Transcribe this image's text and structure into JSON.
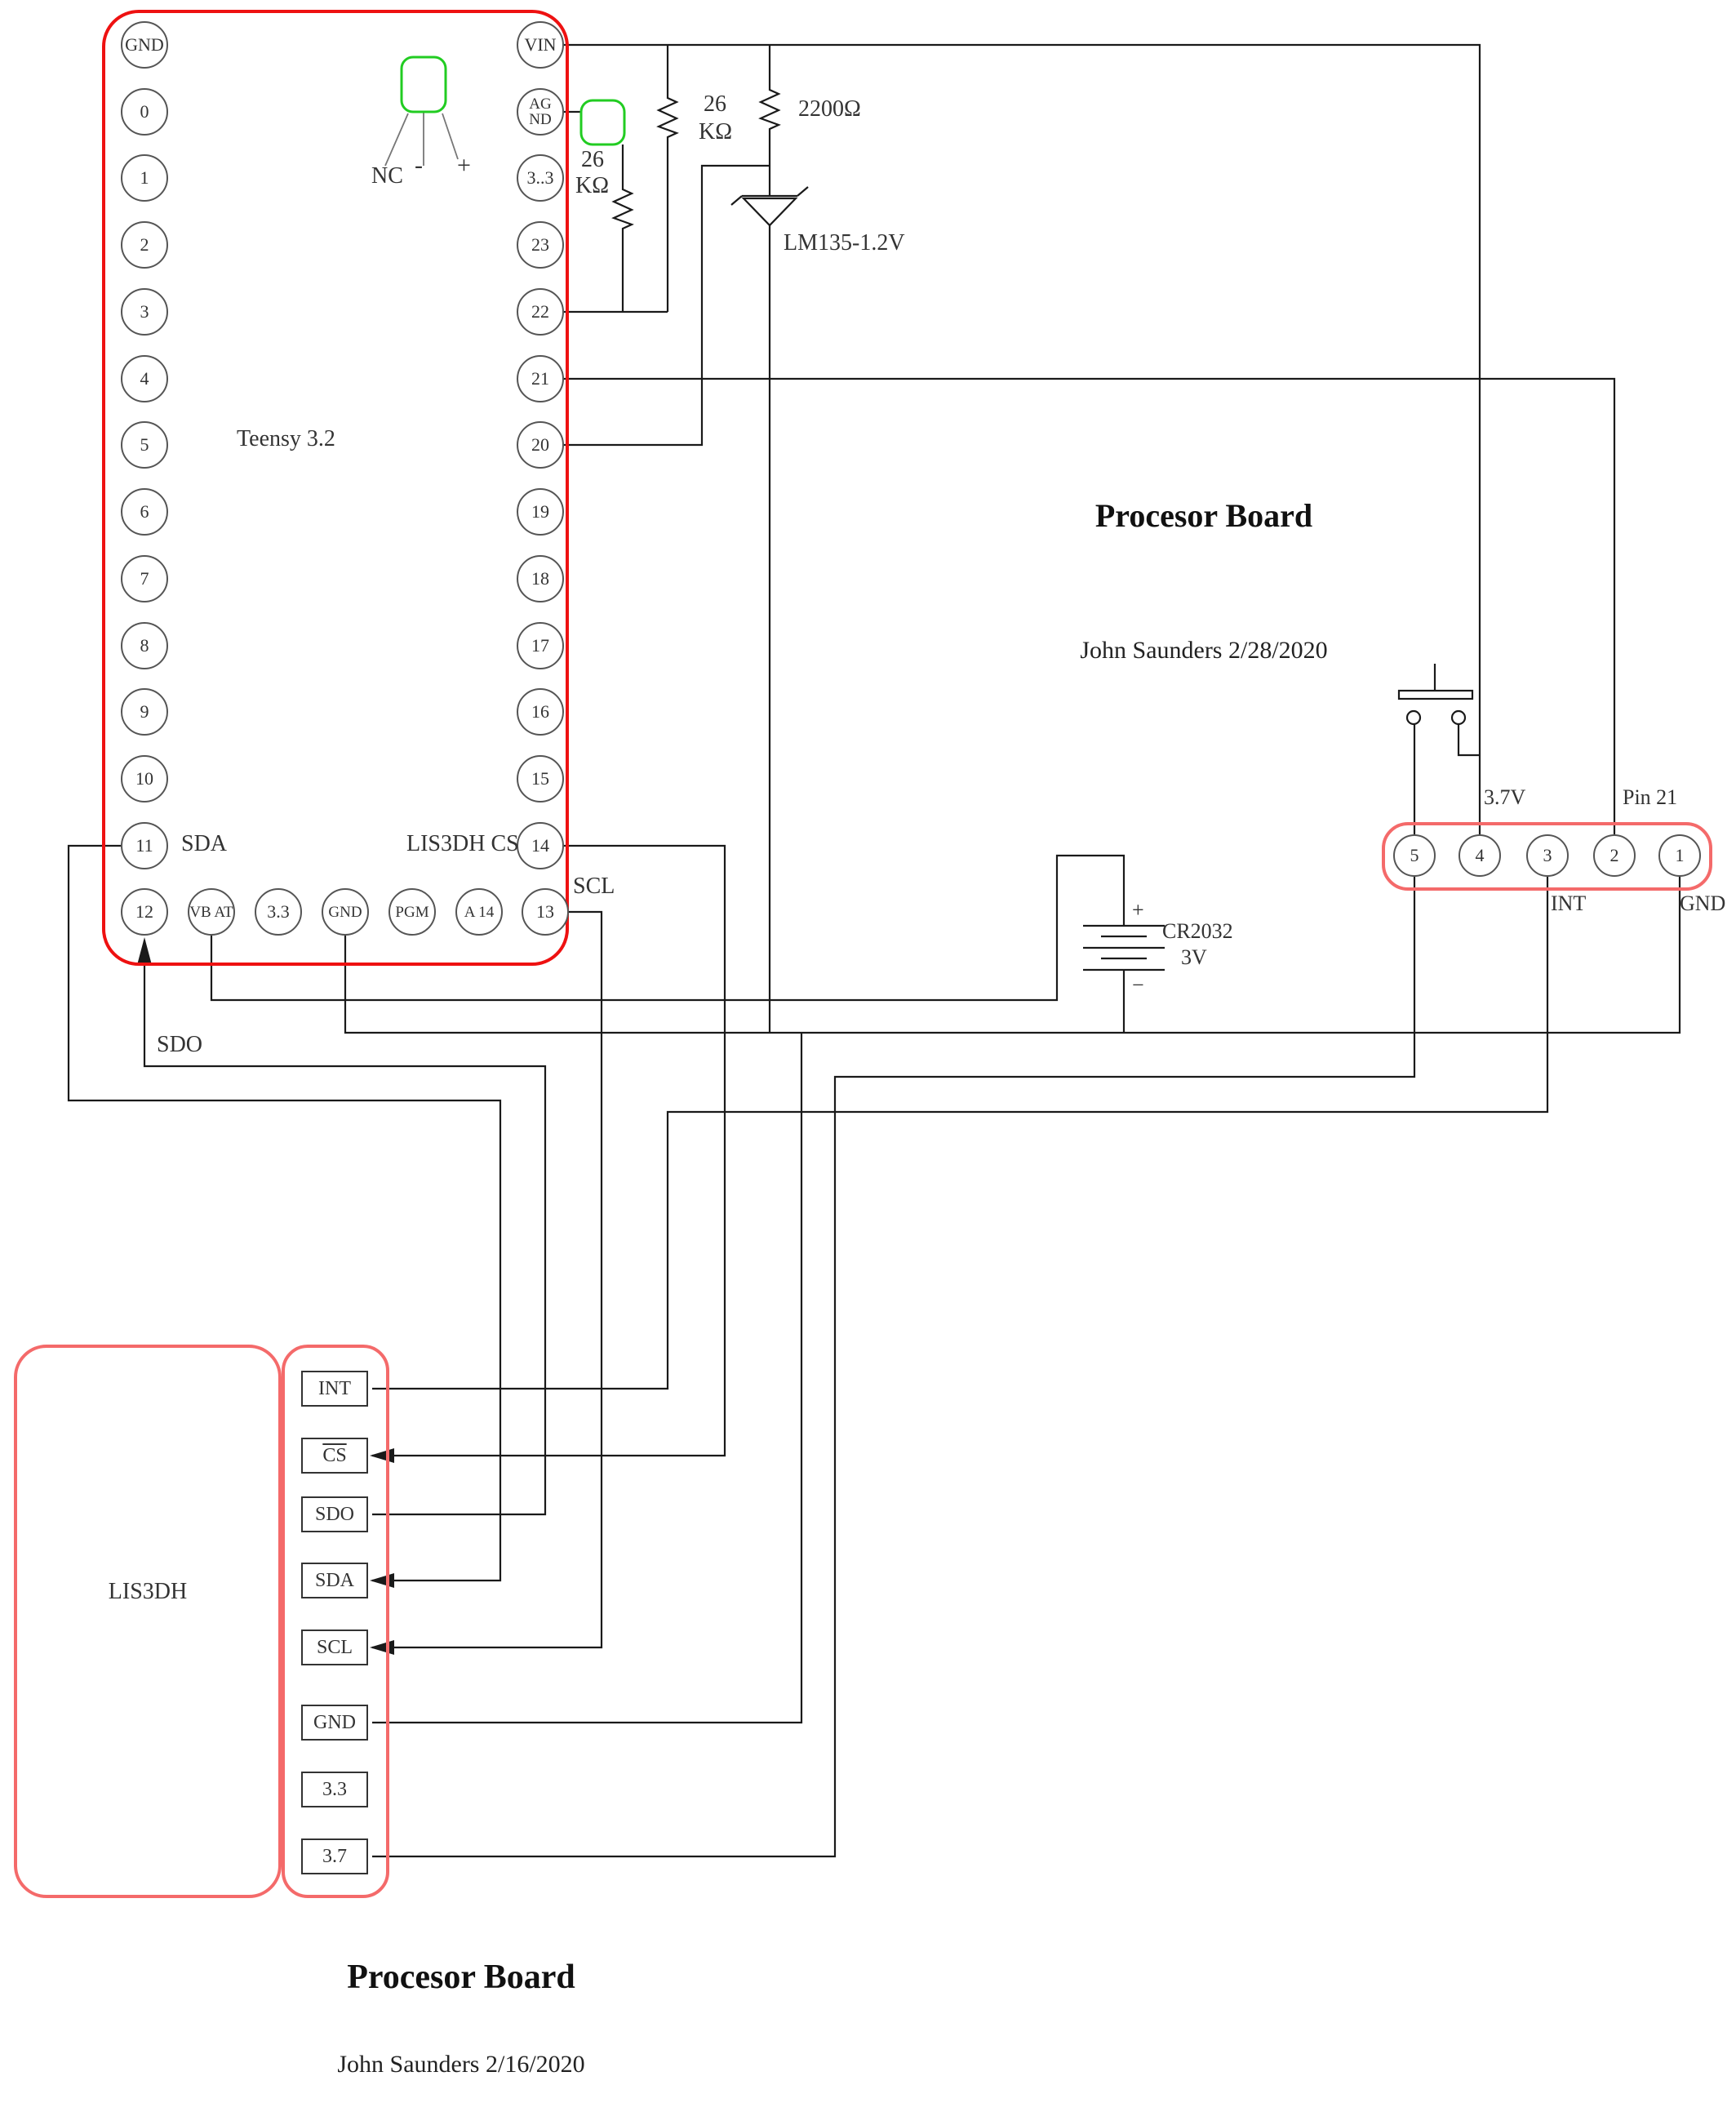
{
  "teensy": {
    "title": "Teensy 3.2",
    "left_pins": [
      "GND",
      "0",
      "1",
      "2",
      "3",
      "4",
      "5",
      "6",
      "7",
      "8",
      "9",
      "10",
      "11",
      "12"
    ],
    "right_pins": [
      "VIN",
      "AG ND",
      "3..3",
      "23",
      "22",
      "21",
      "20",
      "19",
      "18",
      "17",
      "16",
      "15",
      "14"
    ],
    "bottom_pins": [
      "VB AT",
      "3.3",
      "GND",
      "PGM",
      "A 14",
      "13"
    ],
    "wire_labels": {
      "sda": "SDA",
      "lis3dh_cs": "LIS3DH CS",
      "scl": "SCL",
      "sdo": "SDO"
    }
  },
  "components": {
    "nc_part": {
      "label": "NC",
      "minus": "-",
      "plus": "+"
    },
    "resistor_agnd": {
      "line1": "26",
      "line2": "KΩ"
    },
    "resistor_mid": {
      "line1": "26",
      "line2": "KΩ"
    },
    "resistor_2200": {
      "value": "2200Ω"
    },
    "zener": {
      "label": "LM135-1.2V"
    },
    "battery": {
      "plus": "+",
      "name": "CR2032",
      "voltage": "3V",
      "minus": "−"
    }
  },
  "processor_board": {
    "title": "Procesor Board",
    "byline": "John Saunders 2/28/2020",
    "connector": {
      "pins": [
        "5",
        "4",
        "3",
        "2",
        "1"
      ],
      "label_37v": "3.7V",
      "label_pin21": "Pin 21",
      "label_int": "INT",
      "label_gnd": "GND"
    }
  },
  "lis3dh": {
    "title": "LIS3DH",
    "pins": [
      "INT",
      "CS",
      "SDO",
      "SDA",
      "SCL",
      "GND",
      "3.3",
      "3.7"
    ]
  },
  "footer": {
    "title": "Procesor Board",
    "byline": "John Saunders 2/16/2020"
  },
  "colors": {
    "teensy_border": "#ee1111",
    "board_border": "#f46a6a",
    "component_green": "#22cc22",
    "wire": "#1a1a1a"
  }
}
